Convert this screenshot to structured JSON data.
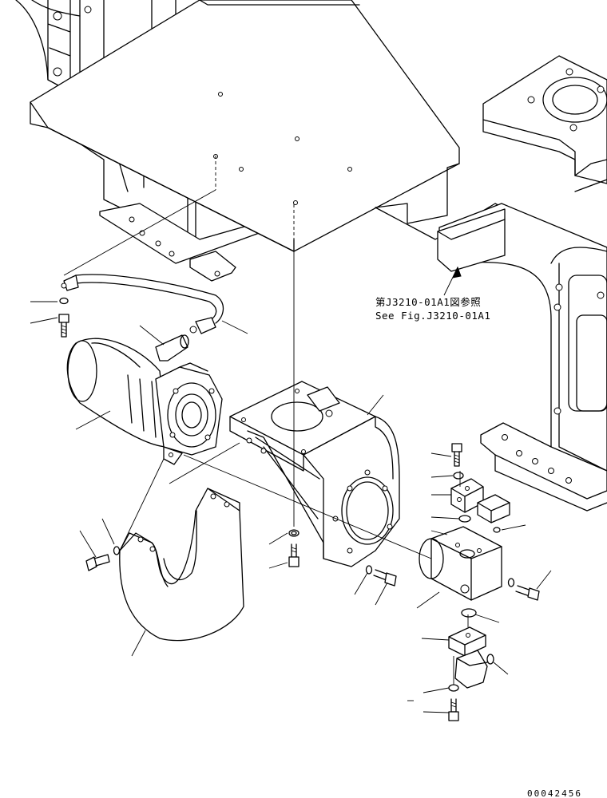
{
  "reference_note": {
    "line1": "第J3210-01A1図参照",
    "line2": "See Fig.J3210-01A1"
  },
  "drawing_number": "00042456"
}
